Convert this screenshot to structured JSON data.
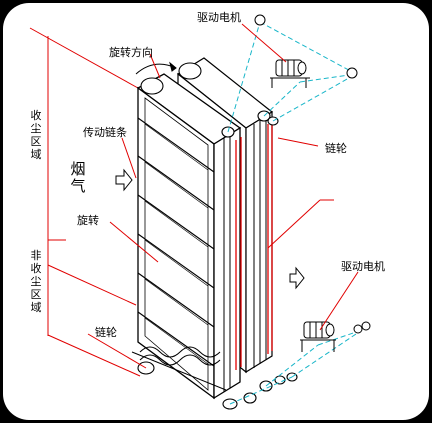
{
  "labels": {
    "drive_motor_top": "驱动电机",
    "rotation_direction": "旋转方向",
    "drive_chain": "传动链条",
    "sprocket_right": "链轮",
    "flue_gas": "烟气",
    "rotation": "旋转",
    "drive_motor_bottom": "驱动电机",
    "sprocket_bottom": "链轮",
    "collection_zone": "收尘区域",
    "non_collection_zone": "非收尘区域"
  },
  "colors": {
    "frame_bg": "#ffffff",
    "outer_bg": "#000000",
    "label_line": "#e10000",
    "chain": "#e10000",
    "dash_line": "#19b6c9",
    "plate_line": "#000000"
  }
}
